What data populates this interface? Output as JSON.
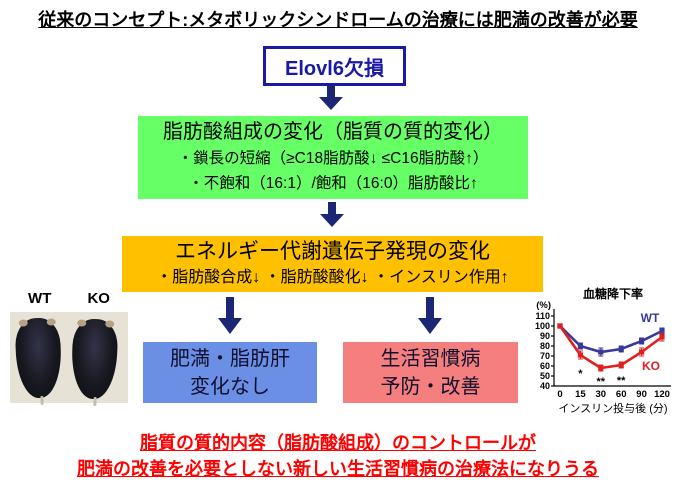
{
  "title": "従来のコンセプト:メタボリックシンドロームの治療には肥満の改善が必要",
  "flow": {
    "elovl6_box": "Elovl6欠損",
    "green_box": {
      "heading": "脂肪酸組成の変化（脂質の質的変化）",
      "line1": "・鎖長の短縮（≥C18脂肪酸↓ ≤C16脂肪酸↑）",
      "line2": "・不飽和（16:1）/飽和（16:0）脂肪酸比↑"
    },
    "orange_box": {
      "heading": "エネルギー代謝遺伝子発現の変化",
      "line1": "・脂肪酸合成↓ ・脂肪酸酸化↓ ・インスリン作用↑"
    },
    "blue_box": {
      "line1": "肥満・脂肪肝",
      "line2": "変化なし"
    },
    "red_box": {
      "line1": "生活習慣病",
      "line2": "予防・改善"
    }
  },
  "mice": {
    "labels": [
      "WT",
      "KO"
    ]
  },
  "conclusion": {
    "line1": "脂質の質的内容（脂肪酸組成）のコントロールが",
    "line2": "肥満の改善を必要としない新しい生活習慣病の治療法になりうる"
  },
  "colors": {
    "navy": "#1A1AA6",
    "arrow": "#1B2675",
    "green": "#66FF66",
    "orange": "#FFC000",
    "blue_box": "#6C8FE6",
    "red_box": "#F57F7F",
    "conclusion_red": "#FF0000"
  },
  "chart_data": {
    "type": "line",
    "title": "血糖降下率",
    "y_unit": "(%)",
    "xlabel": "インスリン投与後 (分)",
    "categories": [
      "0",
      "15",
      "30",
      "60",
      "90",
      "120"
    ],
    "ylim": [
      40,
      110
    ],
    "yticks": [
      110,
      100,
      90,
      80,
      70,
      60,
      50,
      40
    ],
    "legend_position": "right-inside",
    "grid": false,
    "series": [
      {
        "name": "WT",
        "color": "#39399B",
        "values": [
          100,
          80,
          74,
          77,
          85,
          95
        ],
        "errors": [
          0,
          3,
          4,
          3,
          3,
          3
        ]
      },
      {
        "name": "KO",
        "color": "#E02020",
        "values": [
          100,
          71,
          58,
          61,
          74,
          89
        ],
        "errors": [
          0,
          4,
          3,
          3,
          4,
          4
        ]
      }
    ],
    "significance": [
      {
        "index": 1,
        "label": "*",
        "y": 53
      },
      {
        "index": 2,
        "label": "**",
        "y": 45
      },
      {
        "index": 3,
        "label": "**",
        "y": 46
      }
    ]
  }
}
